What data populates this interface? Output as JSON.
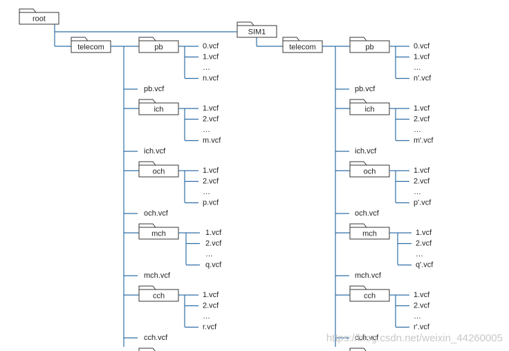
{
  "root": "root",
  "sim": "SIM1",
  "telecom": "telecom",
  "left": {
    "folders": [
      {
        "name": "pb",
        "files": [
          "0.vcf",
          "1.vcf",
          "…",
          "n.vcf"
        ],
        "vcf": "pb.vcf"
      },
      {
        "name": "ich",
        "files": [
          "1.vcf",
          "2.vcf",
          "…",
          "m.vcf"
        ],
        "vcf": "ich.vcf"
      },
      {
        "name": "och",
        "files": [
          "1.vcf",
          "2.vcf",
          "…",
          "p.vcf"
        ],
        "vcf": "och.vcf"
      },
      {
        "name": "mch",
        "files": [
          "1.vcf",
          "2.vcf",
          "…",
          "q.vcf"
        ],
        "vcf": "mch.vcf"
      },
      {
        "name": "cch",
        "files": [
          "1.vcf",
          "2.vcf",
          "…",
          "r.vcf"
        ],
        "vcf": "cch.vcf"
      }
    ]
  },
  "right": {
    "folders": [
      {
        "name": "pb",
        "files": [
          "0.vcf",
          "1.vcf",
          "…",
          "n'.vcf"
        ],
        "vcf": "pb.vcf"
      },
      {
        "name": "ich",
        "files": [
          "1.vcf",
          "2.vcf",
          "…",
          "m'.vcf"
        ],
        "vcf": "ich.vcf"
      },
      {
        "name": "och",
        "files": [
          "1.vcf",
          "2.vcf",
          "…",
          "p'.vcf"
        ],
        "vcf": "och.vcf"
      },
      {
        "name": "mch",
        "files": [
          "1.vcf",
          "2.vcf",
          "…",
          "q'.vcf"
        ],
        "vcf": "mch.vcf"
      },
      {
        "name": "cch",
        "files": [
          "1.vcf",
          "2.vcf",
          "…",
          "r'.vcf"
        ],
        "vcf": "cch.vcf"
      }
    ]
  },
  "watermark": "https://blog.csdn.net/weixin_44260005",
  "colors": {
    "line": "#2e6da4",
    "box": "#333333",
    "text": "#222222"
  }
}
